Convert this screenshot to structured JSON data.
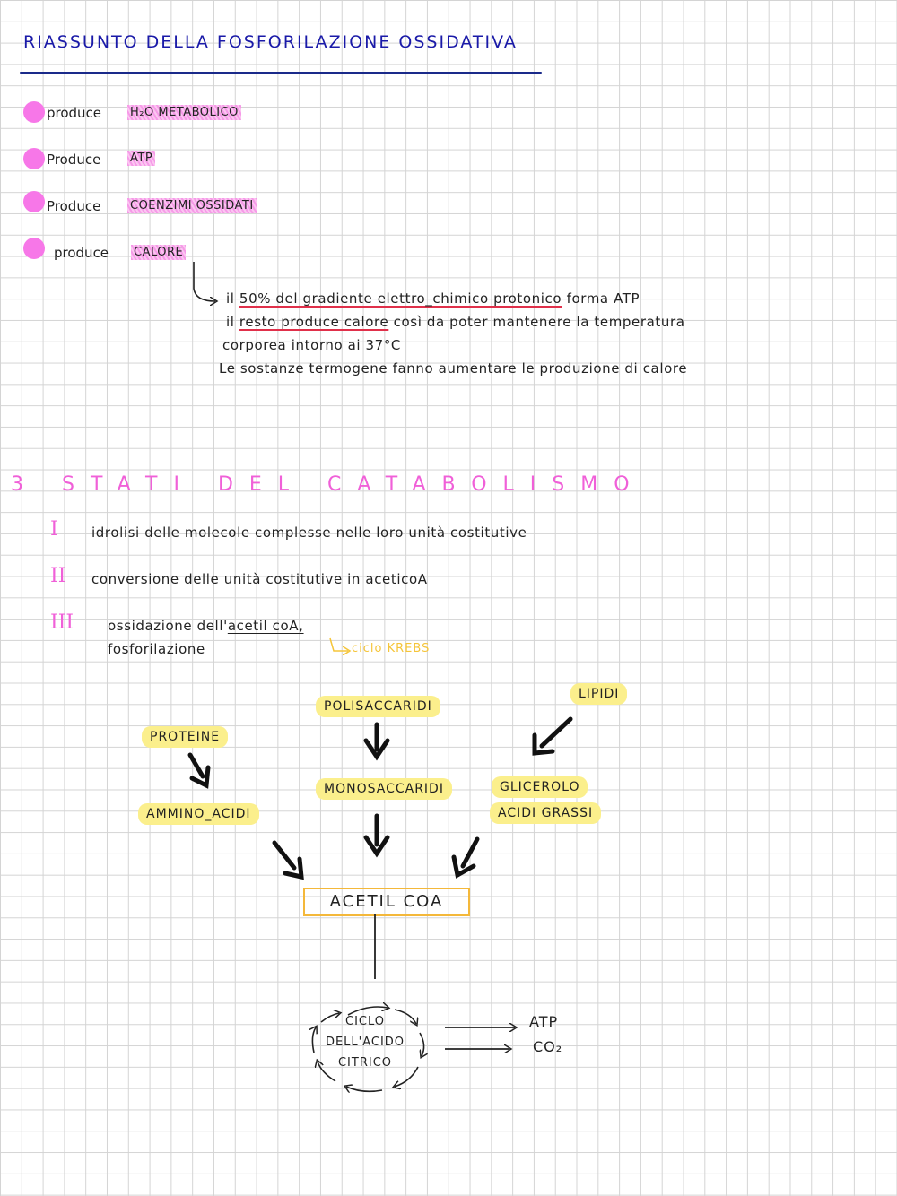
{
  "title": "RIASSUNTO DELLA FOSFORILAZIONE OSSIDATIVA",
  "bullets": [
    {
      "label": "produce",
      "highlight": "H₂O METABOLICO"
    },
    {
      "label": "Produce",
      "highlight": "ATP"
    },
    {
      "label": "Produce",
      "highlight": "COENZIMI OSSIDATI"
    },
    {
      "label": "produce",
      "highlight": "CALORE"
    }
  ],
  "notes": {
    "line1_prefix": "il",
    "line1_underlined": "50% del gradiente elettro_chimico protonico",
    "line1_suffix": "forma ATP",
    "line2_prefix": "il",
    "line2_underlined": "resto produce calore",
    "line2_suffix": "così da poter mantenere la temperatura",
    "line3": "corporea intorno ai 37°C",
    "line4": "Le sostanze termogene fanno aumentare le produzione di calore"
  },
  "catabolism": {
    "title": "3 STATI DEL CATABOLISMO",
    "stages": [
      {
        "numeral": "I",
        "text": "idrolisi delle molecole complesse nelle loro unità costitutive"
      },
      {
        "numeral": "II",
        "text": "conversione delle unità costitutive in aceticoA"
      },
      {
        "numeral": "III",
        "text_prefix": "ossidazione dell'",
        "text_underlined": "acetil coA,",
        "text_line2": "fosforilazione",
        "krebs": "ciclo KREBS"
      }
    ]
  },
  "diagram": {
    "polisaccaridi": "POLISACCARIDI",
    "monosaccaridi": "MONOSACCARIDI",
    "proteine": "PROTEINE",
    "amminoacidi": "AMMINO_ACIDI",
    "lipidi": "LIPIDI",
    "glicerolo": "GLICEROLO",
    "acidi_grassi": "ACIDI GRASSI",
    "acetil_coa": "ACETIL COA",
    "cycle_line1": "CICLO",
    "cycle_line2": "DELL'ACIDO",
    "cycle_line3": "CITRICO",
    "product1": "ATP",
    "product2": "CO₂"
  },
  "colors": {
    "title": "#1a1aa8",
    "bullet": "#f777e8",
    "section": "#f060d8",
    "highlight_yellow": "#fbef8c",
    "box_border": "#f4b83a",
    "underline_red": "#e0304a"
  }
}
